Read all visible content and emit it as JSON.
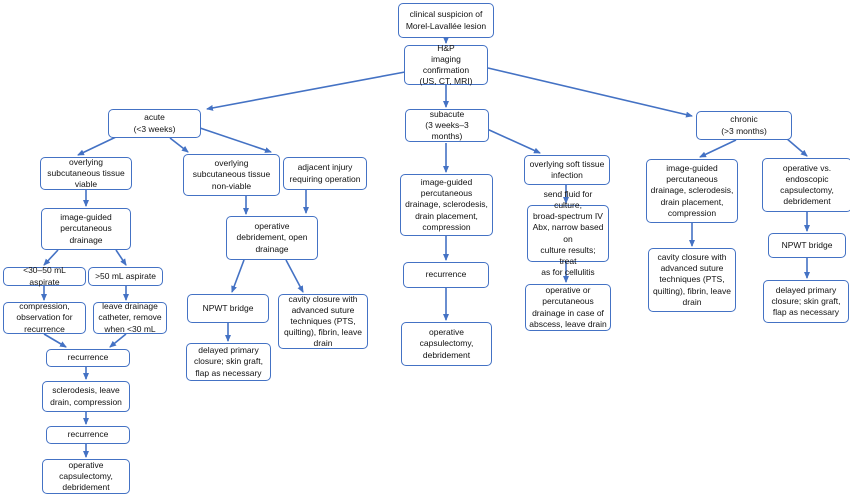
{
  "nodes": {
    "n_suspicion": "clinical suspicion of\nMorel-Lavallée lesion",
    "n_hp": "H&P\nimaging confirmation\n(US, CT, MRI)",
    "n_acute": "acute\n(<3 weeks)",
    "n_subacute": "subacute\n(3 weeks–3 months)",
    "n_chronic": "chronic\n(>3 months)",
    "n_viable": "overlying\nsubcutaneous tissue\nviable",
    "n_nonviable": "overlying\nsubcutaneous tissue\nnon-viable",
    "n_adjacent": "adjacent injury\nrequiring operation",
    "n_igpd": "image-guided\npercutaneous\ndrainage",
    "n_lt50": "<30–50 mL aspirate",
    "n_gt50": ">50 mL aspirate",
    "n_compression": "compression,\nobservation for\nrecurrence",
    "n_leave_cath": "leave drainage\ncatheter, remove\nwhen <30 mL",
    "n_recur1": "recurrence",
    "n_sclero": "sclerodesis, leave\ndrain, compression",
    "n_recur2": "recurrence",
    "n_op_caps1": "operative\ncapsulectomy,\ndebridement",
    "n_op_debr": "operative\ndebridement, open\ndrainage",
    "n_npwt1": "NPWT bridge",
    "n_cavity1": "cavity closure with\nadvanced suture\ntechniques (PTS,\nquilting), fibrin, leave\ndrain",
    "n_delayed1": "delayed primary\nclosure; skin graft,\nflap as necessary",
    "n_sub_igpd": "image-guided\npercutaneous\ndrainage, sclerodesis,\ndrain placement,\ncompression",
    "n_sub_recur": "recurrence",
    "n_sub_opcaps": "operative\ncapsulectomy,\ndebridement",
    "n_infection": "overlying soft tissue\ninfection",
    "n_send_fluid": "send fluid for culture,\nbroad-spectrum IV\nAbx, narrow based on\nculture results; treat\nas for cellulitis",
    "n_op_perc": "operative or\npercutaneous\ndrainage in case of\nabscess, leave drain",
    "n_chr_igpd": "image-guided\npercutaneous\ndrainage, sclerodesis,\ndrain placement,\ncompression",
    "n_chr_cavity": "cavity closure with\nadvanced suture\ntechniques (PTS,\nquilting), fibrin, leave\ndrain",
    "n_chr_op": "operative vs.\nendoscopic\ncapsulectomy,\ndebridement",
    "n_chr_npwt": "NPWT bridge",
    "n_chr_delayed": "delayed primary\nclosure; skin graft,\nflap as necessary"
  },
  "colors": {
    "border": "#4472C4",
    "arrow": "#4472C4",
    "text": "#111111"
  }
}
